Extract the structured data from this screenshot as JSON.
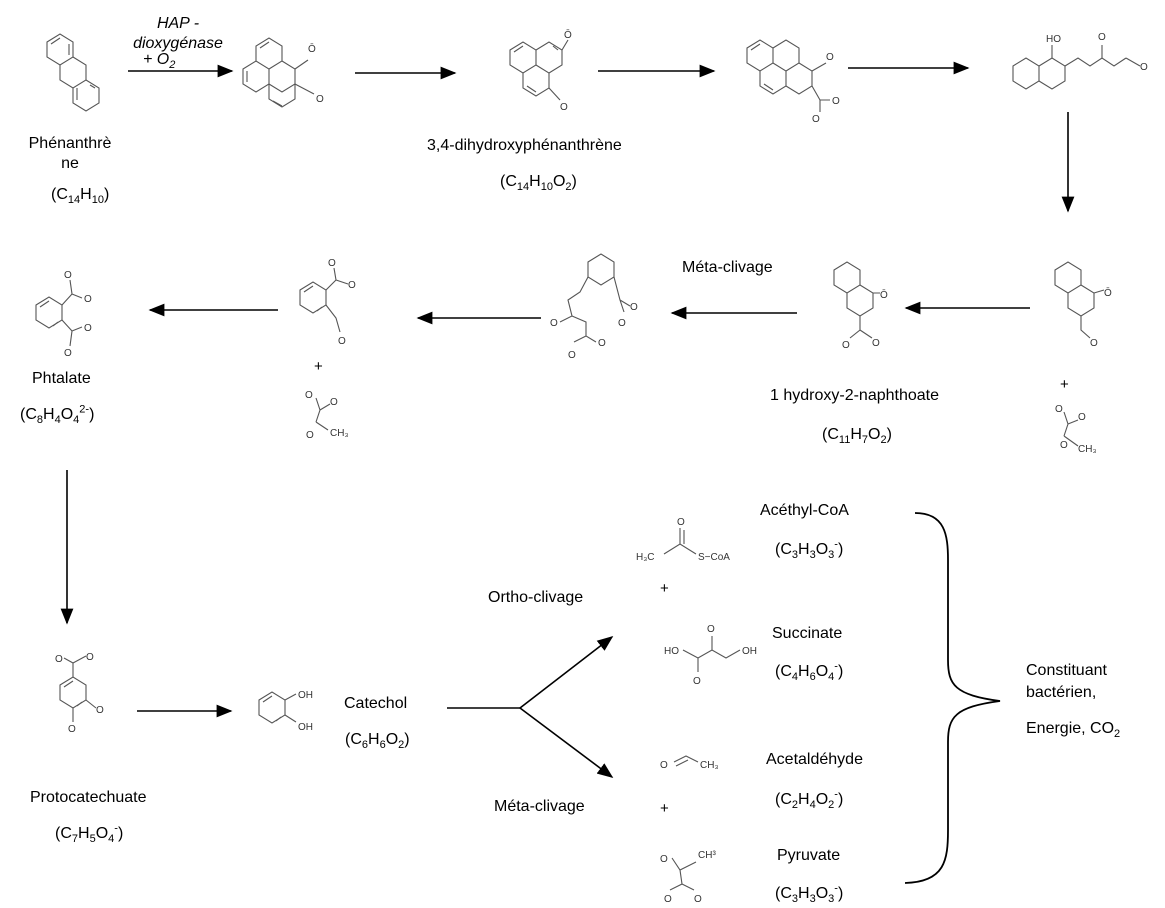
{
  "enzyme": {
    "line1": "HAP -",
    "line2": "dioxygénase",
    "oxygen_prefix": "+ O",
    "oxygen_sub": "2"
  },
  "compounds": {
    "phenanthrene": {
      "name_line1": "Phénanthrè",
      "name_line2": "ne",
      "formula": [
        "(C",
        "14",
        "H",
        "10",
        ")"
      ]
    },
    "dihydroxyphenanthrene": {
      "name": "3,4-dihydroxyphénanthrène",
      "formula": [
        "(C",
        "14",
        "H",
        "10",
        "O",
        "2",
        ")"
      ]
    },
    "hydroxynaphthoate": {
      "name": "1 hydroxy-2-naphthoate",
      "formula": [
        "(C",
        "11",
        "H",
        "7",
        "O",
        "2",
        ")"
      ]
    },
    "phtalate": {
      "name": "Phtalate",
      "formula": [
        "(C",
        "8",
        "H",
        "4",
        "O",
        "4",
        "2-",
        ")"
      ]
    },
    "protocatechuate": {
      "name": "Protocatechuate",
      "formula": [
        "(C",
        "7",
        "H",
        "5",
        "O",
        "4",
        "-",
        ")"
      ]
    },
    "catechol": {
      "name": "Catechol",
      "formula": [
        "(C",
        "6",
        "H",
        "6",
        "O",
        "2",
        ")"
      ]
    },
    "acethyl_coa": {
      "name": "Acéthyl-CoA",
      "formula": [
        "(C",
        "3",
        "H",
        "3",
        "O",
        "3",
        "-",
        ")"
      ]
    },
    "succinate": {
      "name": "Succinate",
      "formula": [
        "(C",
        "4",
        "H",
        "6",
        "O",
        "4",
        "-",
        ")"
      ]
    },
    "acetaldehyde": {
      "name": "Acetaldéhyde",
      "formula": [
        "(C",
        "2",
        "H",
        "4",
        "O",
        "2",
        "-",
        ")"
      ]
    },
    "pyruvate": {
      "name": "Pyruvate",
      "formula": [
        "(C",
        "3",
        "H",
        "3",
        "O",
        "3",
        "-",
        ")"
      ]
    }
  },
  "steps": {
    "meta1": "Méta-clivage",
    "ortho": "Ortho-clivage",
    "meta2": "Méta-clivage"
  },
  "products": {
    "line1": "Constituant",
    "line2": "bactérien,",
    "line3": "Energie, CO",
    "line3_sub": "2"
  },
  "plus": "+"
}
